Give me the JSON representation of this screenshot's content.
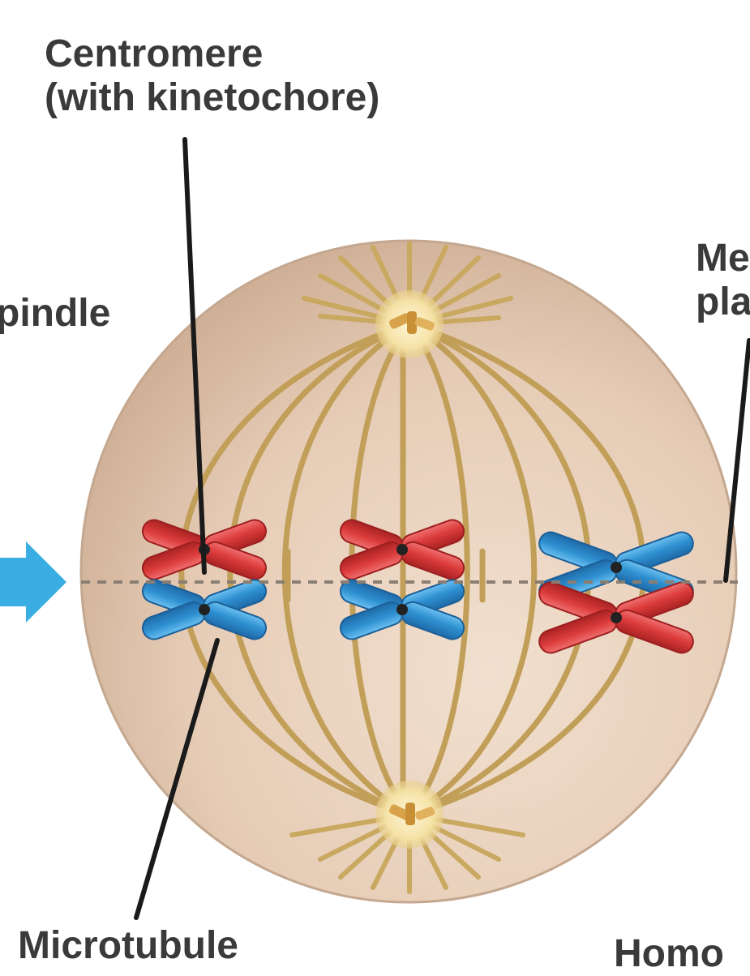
{
  "labels": {
    "centromere": "Centromere\n(with kinetochore)",
    "spindle": "pindle",
    "metaphase_plate": "Me\npla",
    "microtubule": "Microtubule",
    "homologous": "Homo"
  },
  "colors": {
    "cell_fill": "#e7d0bd",
    "cell_edge": "#c9ad95",
    "microtubule": "#c9a55c",
    "centrosome": "#f6e7b0",
    "chromosome_red": "#d93a3a",
    "chromosome_blue": "#2f8fd0",
    "arrow": "#3aaee2",
    "pointer": "#1a1a1a",
    "plate_line": "#8a7e72"
  },
  "icons": {
    "arrow": "right-arrow-icon"
  }
}
